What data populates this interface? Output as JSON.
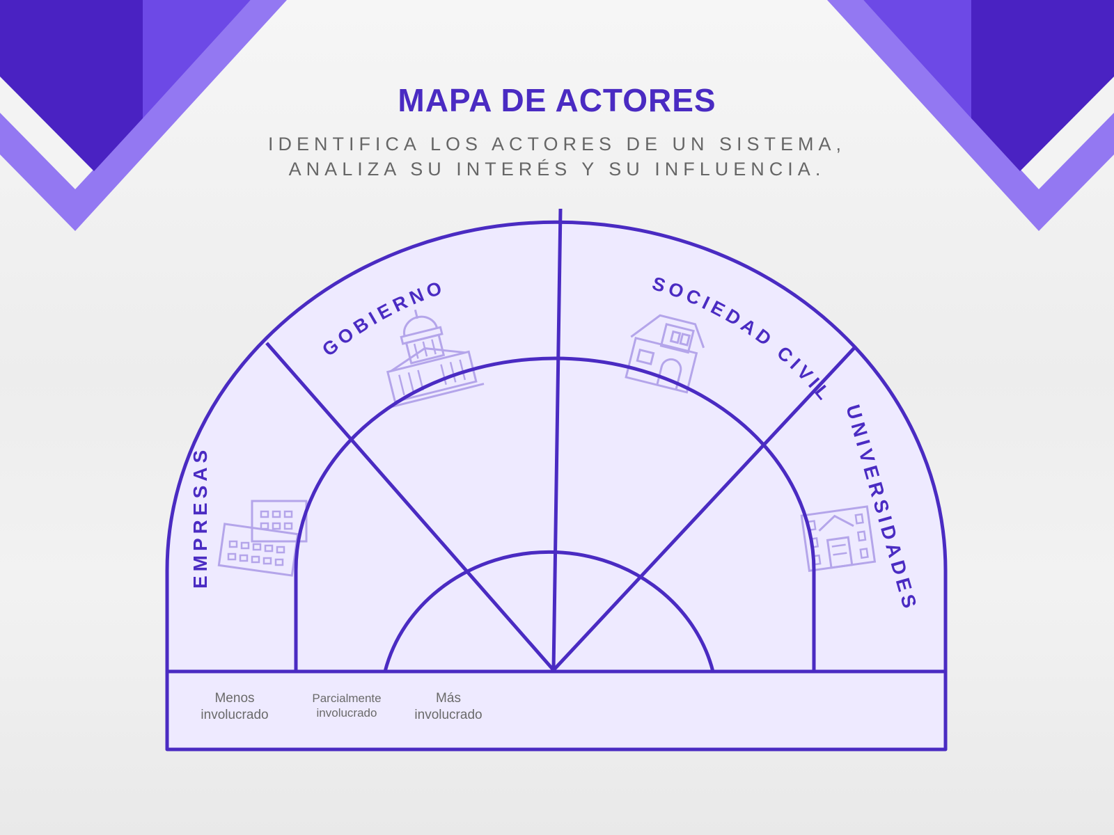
{
  "header": {
    "title": "MAPA DE ACTORES",
    "subtitle_line_1": "IDENTIFICA LOS ACTORES DE UN SISTEMA,",
    "subtitle_line_2": "ANALIZA SU INTERÉS Y SU INFLUENCIA."
  },
  "sectors": [
    {
      "label": "EMPRESAS",
      "icon": "office-buildings-icon"
    },
    {
      "label": "GOBIERNO",
      "icon": "capitol-building-icon"
    },
    {
      "label": "SOCIEDAD CIVIL",
      "icon": "house-icon"
    },
    {
      "label": "UNIVERSIDADES",
      "icon": "university-building-icon"
    }
  ],
  "legend": {
    "outer_line1": "Menos",
    "outer_line2": "involucrado",
    "middle_line1": "Parcialmente",
    "middle_line2": "involucrado",
    "inner_line1": "Más",
    "inner_line2": "involucrado"
  },
  "colors": {
    "accent": "#4a2bc2",
    "accent_light": "#6d49e6",
    "accent_lighter": "#9378f2",
    "fill": "#eeeaff",
    "icon": "#b4a5ea"
  }
}
